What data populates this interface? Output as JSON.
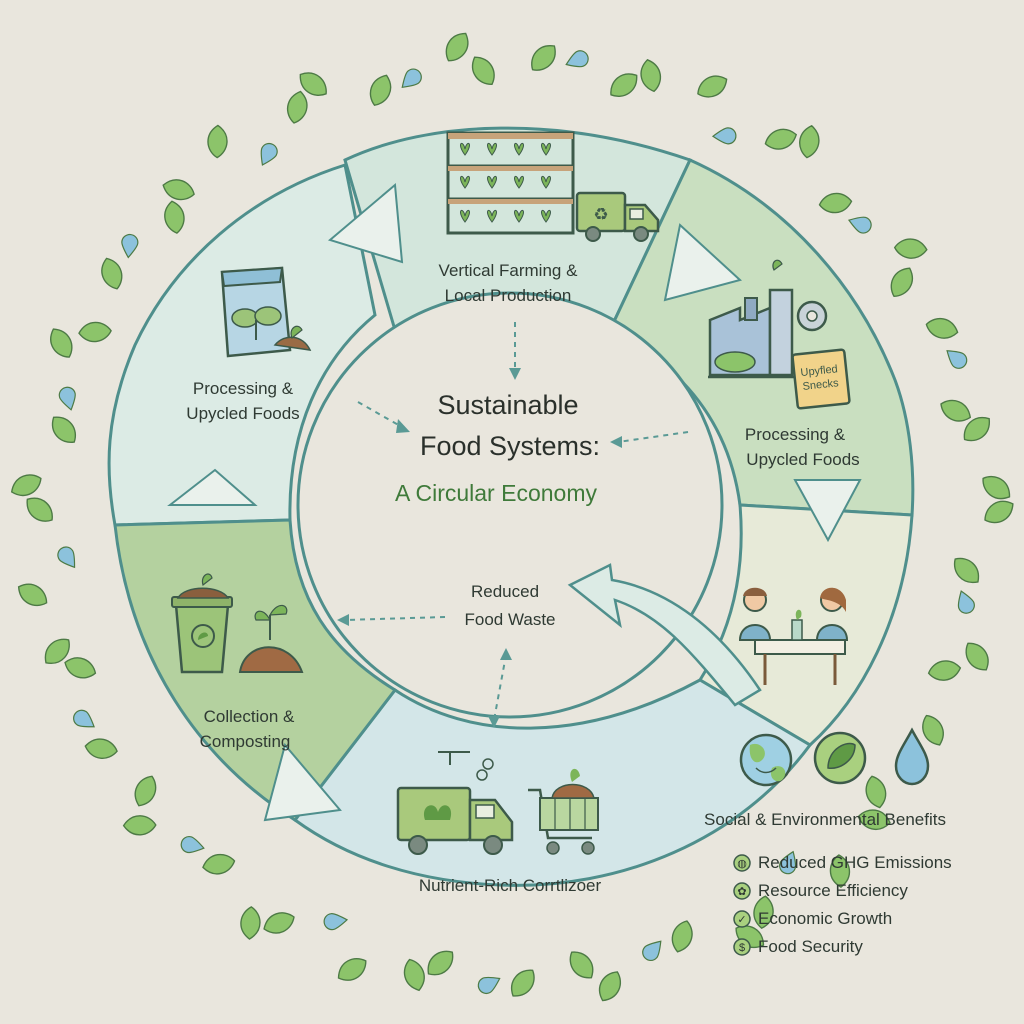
{
  "title": {
    "line1": "Sustainable",
    "line2": "Food Systems:",
    "subtitle": "A Circular Economy"
  },
  "stages": {
    "top": {
      "line1": "Vertical Farming &",
      "line2": "Local Production",
      "truck_mark": "♻"
    },
    "right": {
      "line1": "Processing &",
      "line2": "Upycled Foods",
      "package_line1": "Upyfled",
      "package_line2": "Snecks"
    },
    "left": {
      "line1": "Processing &",
      "line2": "Upycled Foods"
    },
    "center_bottom": {
      "line1": "Reduced",
      "line2": "Food Waste"
    },
    "bottom_left": {
      "line1": "Collection &",
      "line2": "Composting"
    },
    "bottom": {
      "line1": "Nutrient-Rich Corrtlizoer"
    }
  },
  "benefits": {
    "heading": "Social & Environmental Benefits",
    "items": [
      {
        "label": "Reduced GHG Emissions",
        "icon": "globe-icon"
      },
      {
        "label": "Resource Efficiency",
        "icon": "leaf-icon"
      },
      {
        "label": "Economic Growth",
        "icon": "check-icon"
      },
      {
        "label": "Food Security",
        "icon": "coin-icon"
      }
    ]
  },
  "colors": {
    "background": "#e9e6dd",
    "segment_light": "#dcebe5",
    "segment_mid": "#c9dfc0",
    "segment_green": "#b4d19f",
    "outline": "#4f8f8c",
    "leaf": "#8cc46a",
    "drop": "#8cc2dc",
    "accent_green": "#3f7a3a"
  }
}
